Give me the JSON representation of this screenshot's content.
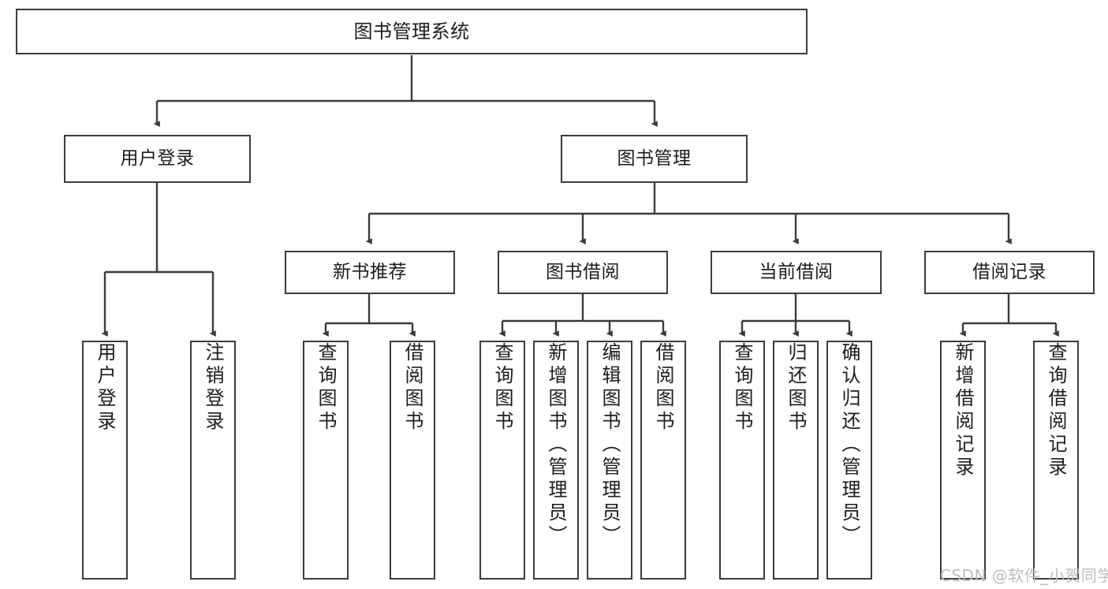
{
  "diagram": {
    "title": "图书管理系统",
    "type": "tree-hierarchy-diagram",
    "watermark": "CSDN @软件_小贺同学",
    "colors": {
      "background": "#ffffff",
      "box_border": "#3b3b3b",
      "connector": "#3b3b3b",
      "text": "#1c1c1c",
      "watermark": "#bdbdbd"
    },
    "root": {
      "label": "图书管理系统"
    },
    "level2": [
      {
        "label": "用户登录"
      },
      {
        "label": "图书管理"
      }
    ],
    "level3": [
      {
        "label": "新书推荐"
      },
      {
        "label": "图书借阅"
      },
      {
        "label": "当前借阅"
      },
      {
        "label": "借阅记录"
      }
    ],
    "leaves": {
      "user_login": [
        {
          "label": "用户登录"
        },
        {
          "label": "注销登录"
        }
      ],
      "new_book_recommend": [
        {
          "label": "查询图书"
        },
        {
          "label": "借阅图书"
        }
      ],
      "book_borrow": [
        {
          "label": "查询图书"
        },
        {
          "label": "新增图书（管理员）"
        },
        {
          "label": "编辑图书（管理员）"
        },
        {
          "label": "借阅图书"
        }
      ],
      "current_borrow": [
        {
          "label": "查询图书"
        },
        {
          "label": "归还图书"
        },
        {
          "label": "确认归还（管理员）"
        }
      ],
      "borrow_record": [
        {
          "label": "新增借阅记录"
        },
        {
          "label": "查询借阅记录"
        }
      ]
    }
  }
}
